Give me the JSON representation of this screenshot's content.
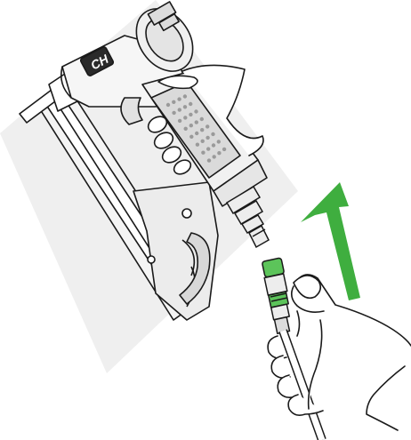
{
  "illustration": {
    "brand_logo_text": "CH",
    "tool": "pneumatic-stapler",
    "action": "connect-air-hose",
    "arrow_direction": "up",
    "colors": {
      "arrow": "#3fae3f",
      "coupler_accent": "#5cc45a",
      "line": "#1a1a1a",
      "tool_fill": "#f2f2f2",
      "shadow": "#e9e9e9"
    }
  }
}
